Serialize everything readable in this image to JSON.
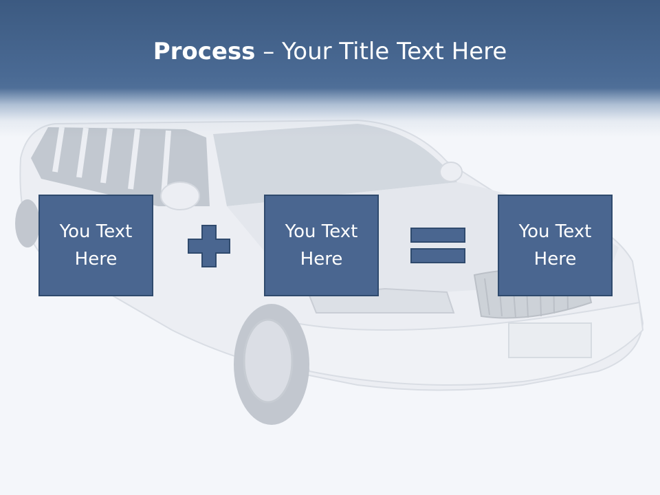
{
  "slide": {
    "title_bold": "Process",
    "title_rest": " – Your Title Text Here",
    "boxes": [
      {
        "text": "You Text Here"
      },
      {
        "text": "You Text Here"
      },
      {
        "text": "You Text Here"
      }
    ],
    "operators": [
      "plus",
      "equals"
    ],
    "background_image": "limousine-photo",
    "colors": {
      "banner": "#476893",
      "box_fill": "#4a6690",
      "box_border": "#2f4a6d",
      "text": "#ffffff"
    }
  }
}
